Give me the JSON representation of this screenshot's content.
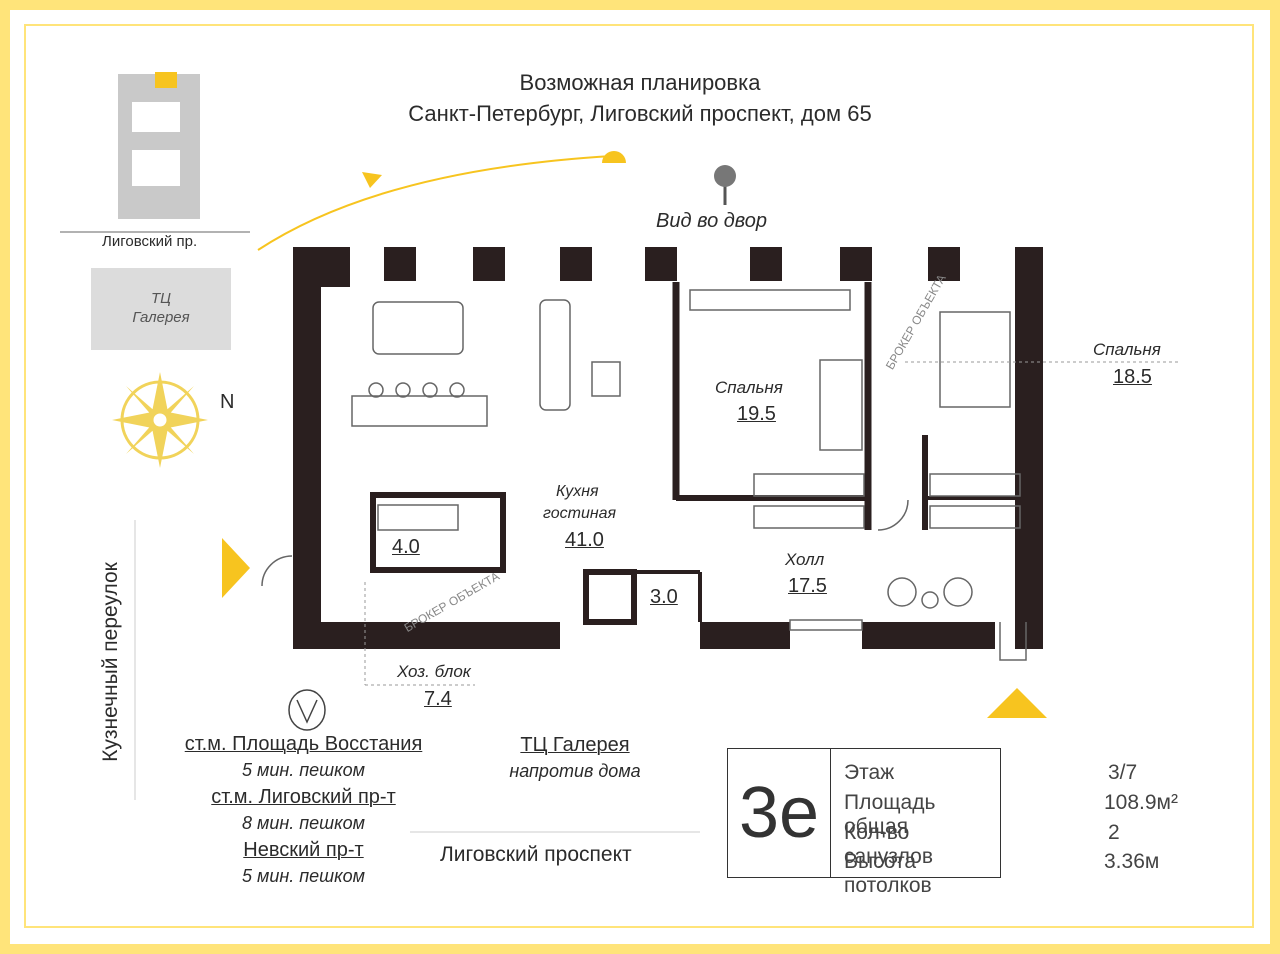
{
  "header": {
    "title": "Возможная планировка",
    "address": "Санкт-Петербург, Лиговский проспект, дом 65"
  },
  "view_label": "Вид во двор",
  "compass_label": "N",
  "site": {
    "street_label": "Лиговский пр.",
    "mall_line1": "ТЦ",
    "mall_line2": "Галерея"
  },
  "side_street": "Кузнечный переулок",
  "bottom_street": "Лиговский проспект",
  "rooms": [
    {
      "name": "Кухня",
      "name2": "гостиная",
      "area": "41.0"
    },
    {
      "name": "Спальня",
      "area": "19.5"
    },
    {
      "name": "Спальня",
      "area": "18.5"
    },
    {
      "name": "Холл",
      "area": "17.5"
    },
    {
      "name": "Хоз. блок",
      "area": "7.4"
    },
    {
      "name": "",
      "area": "4.0"
    },
    {
      "name": "",
      "area": "3.0"
    }
  ],
  "watermark": "БРОКЕР ОБЪЕКТА",
  "transport": [
    {
      "name": "ст.м. Площадь Восстания",
      "time": "5 мин. пешком"
    },
    {
      "name": "ст.м. Лиговский пр-т",
      "time": "8 мин. пешком"
    },
    {
      "name": "Невский пр-т",
      "time": "5 мин. пешком"
    }
  ],
  "mall_note": {
    "name": "ТЦ Галерея",
    "note": "напротив дома"
  },
  "info": {
    "unit": "3е",
    "rows": [
      {
        "label": "Этаж",
        "value": "3/7"
      },
      {
        "label": "Площадь общая",
        "value": "108.9м²"
      },
      {
        "label": "Кол-во санузлов",
        "value": "2"
      },
      {
        "label": "Высота потолков",
        "value": "3.36м"
      }
    ]
  },
  "colors": {
    "accent": "#f7c41f",
    "wall": "#2a1f1f",
    "frame": "#ffe47a"
  }
}
